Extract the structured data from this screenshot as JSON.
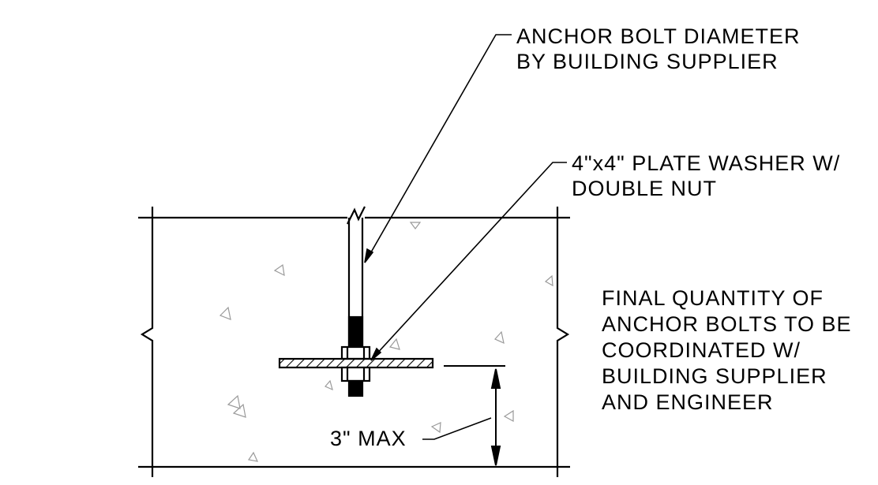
{
  "callouts": {
    "anchor_bolt": [
      "ANCHOR BOLT DIAMETER",
      "BY BUILDING SUPPLIER"
    ],
    "plate_washer": [
      "4\"x4\" PLATE WASHER W/",
      "DOUBLE NUT"
    ],
    "final_quantity": [
      "FINAL QUANTITY OF",
      "ANCHOR BOLTS TO BE",
      "COORDINATED W/",
      "BUILDING SUPPLIER",
      "AND ENGINEER"
    ],
    "max_depth": "3\" MAX"
  },
  "colors": {
    "line": "#000000",
    "background": "#ffffff",
    "aggregate": "#9a9a9a"
  }
}
